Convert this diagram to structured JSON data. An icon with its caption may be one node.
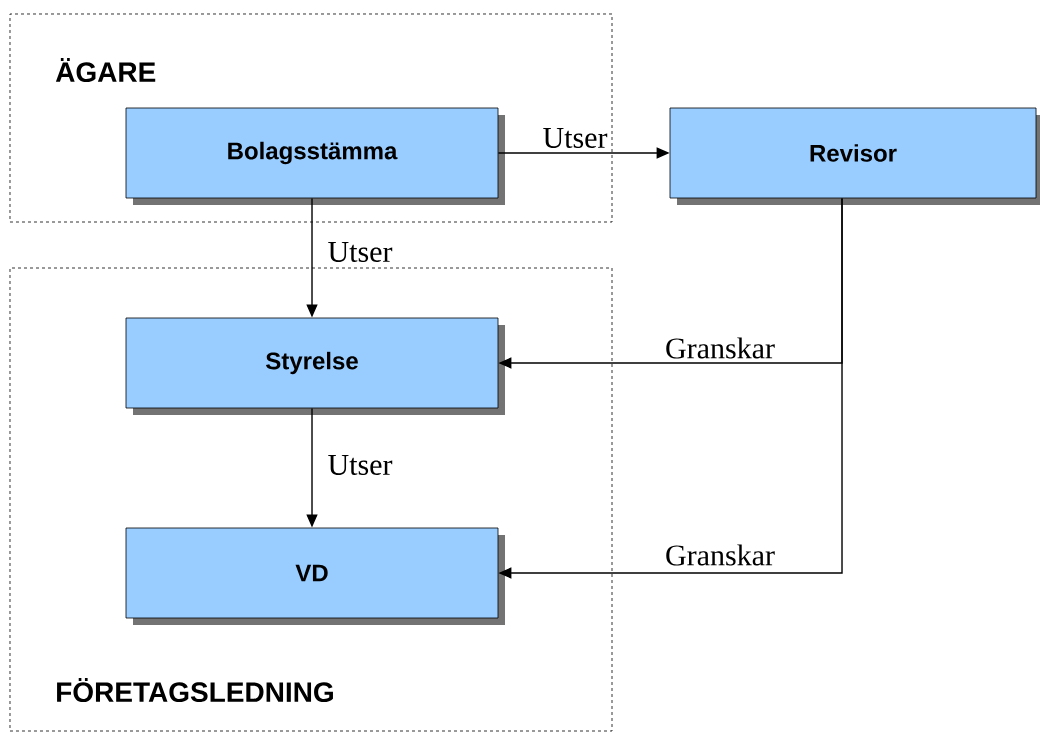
{
  "diagram": {
    "nodes": [
      {
        "text": [
          "ÄGARE"
        ]
      },
      {
        "text": [
          "Bolagsstämma"
        ],
        "in": 0
      },
      {
        "text": [
          "Revisor"
        ]
      },
      {
        "text": [
          "FÖRETAGSLEDNING"
        ]
      },
      {
        "text": [
          "Styrelse"
        ],
        "in": 3
      },
      {
        "text": [
          "VD"
        ],
        "in": 3
      }
    ],
    "edges": [
      {
        "from": 1,
        "to": 2,
        "arrow": "to",
        "label": "Utser"
      },
      {
        "from": 1,
        "to": 4,
        "arrow": "to",
        "label": "Utser"
      },
      {
        "from": 4,
        "to": 5,
        "arrow": "to",
        "label": "Utser"
      },
      {
        "from": 2,
        "to": 4,
        "arrow": "to",
        "label": "Granskar"
      },
      {
        "from": 2,
        "to": 5,
        "arrow": "to",
        "label": "Granskar"
      }
    ]
  }
}
